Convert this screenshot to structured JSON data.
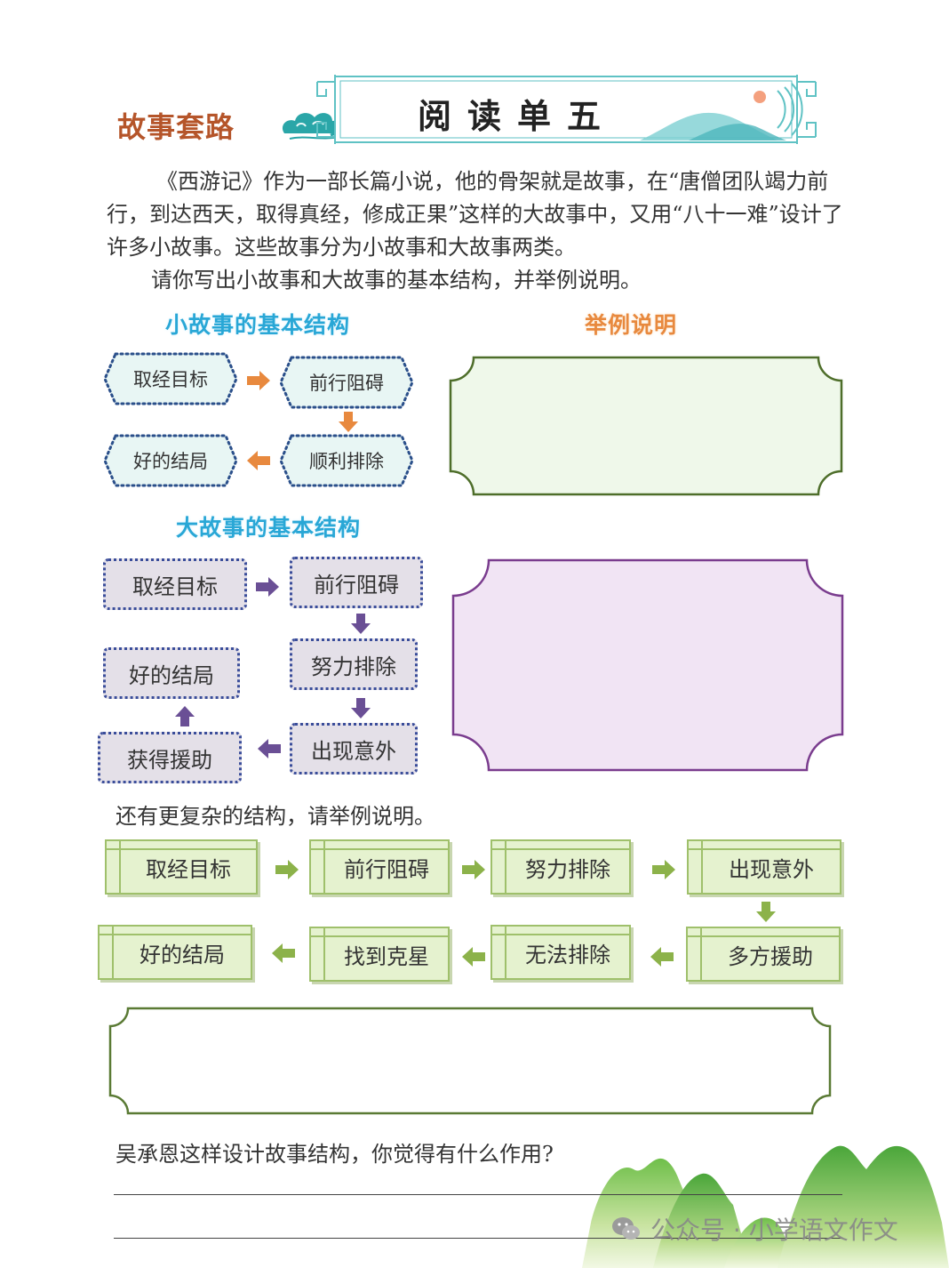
{
  "header": {
    "section_label": "故事套路",
    "banner_title": "阅读单五"
  },
  "intro": {
    "paragraph": "《西游记》作为一部长篇小说，他的骨架就是故事，在“唐僧团队竭力前行，到达西天，取得真经，修成正果”这样的大故事中，又用“八十一难”设计了许多小故事。这些故事分为小故事和大故事两类。",
    "prompt": "请你写出小故事和大故事的基本结构，并举例说明。"
  },
  "small_story": {
    "heading": "小故事的基本结构",
    "steps": [
      "取经目标",
      "前行阻碍",
      "顺利排除",
      "好的结局"
    ]
  },
  "example_heading": "举例说明",
  "big_story": {
    "heading": "大故事的基本结构",
    "steps": [
      "取经目标",
      "前行阻碍",
      "努力排除",
      "出现意外",
      "获得援助",
      "好的结局"
    ]
  },
  "complex": {
    "note": "还有更复杂的结构，请举例说明。",
    "steps": [
      "取经目标",
      "前行阻碍",
      "努力排除",
      "出现意外",
      "多方援助",
      "无法排除",
      "找到克星",
      "好的结局"
    ]
  },
  "question": "吴承恩这样设计故事结构，你觉得有什么作用?",
  "watermark": "公众号 · 小学语文作文",
  "colors": {
    "small_box": "#e8f6f4",
    "small_border": "#2a4f8a",
    "small_arrow": "#e8893e",
    "big_box": "#e4e0e8",
    "big_arrow": "#6a4f95",
    "complex_box": "#e5f2cf",
    "complex_arrow": "#8cb24a",
    "frame_green": "#eff8ea",
    "frame_purple": "#f1e4f4"
  }
}
